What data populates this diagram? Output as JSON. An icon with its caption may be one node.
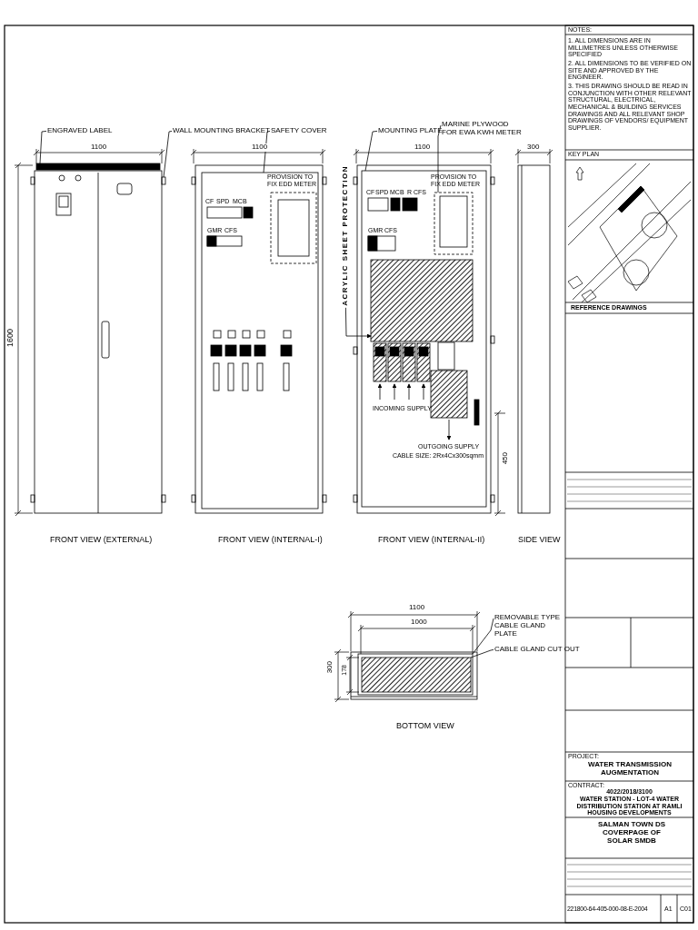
{
  "diagram": {
    "nodes": [
      {
        "text": [
          "ENGRAVED LABEL"
        ]
      },
      {
        "text": [
          "WALL MOUNTING BRACKET"
        ]
      },
      {
        "text": [
          "SAFETY COVER"
        ]
      },
      {
        "text": [
          "MOUNTING PLATE"
        ]
      },
      {
        "text": [
          "MARINE PLYWOOD FOR EWA KWH METER"
        ]
      },
      {
        "text": [
          "ACRYLIC SHEET PROTECTION"
        ]
      },
      {
        "text": [
          "REMOVABLE TYPE CABLE GLAND PLATE"
        ]
      },
      {
        "text": [
          "CABLE GLAND CUT OUT"
        ]
      },
      {
        "text": [],
        "shape": "bar"
      },
      {
        "text": [],
        "shape": "box"
      },
      {
        "text": [],
        "shape": "box"
      },
      {
        "text": [],
        "shape": "box"
      },
      {
        "text": [],
        "shape": "box",
        "in": 11
      },
      {
        "text": [],
        "shape": "box",
        "in": 11
      },
      {
        "text": [],
        "shape": "box"
      },
      {
        "text": [],
        "shape": "box",
        "in": 14
      }
    ],
    "edges": [
      {
        "from": 0,
        "to": 8,
        "arrow": "none"
      },
      {
        "from": 1,
        "to": 9,
        "arrow": "none"
      },
      {
        "from": 2,
        "to": 10,
        "arrow": "none"
      },
      {
        "from": 3,
        "to": 11,
        "arrow": "none"
      },
      {
        "from": 4,
        "to": 12,
        "arrow": "none"
      },
      {
        "from": 5,
        "to": 13,
        "arrow": "to"
      },
      {
        "from": 6,
        "to": 14,
        "arrow": "none"
      },
      {
        "from": 7,
        "to": 15,
        "arrow": "none"
      }
    ],
    "labels": [
      "1100",
      "1100",
      "1100",
      "300",
      "1600",
      "CF",
      "SPD",
      "MCB",
      "PROVISION TO FIX EDD METER",
      "GMR",
      "CFS",
      "CF",
      "SPD",
      "MCB",
      "R",
      "CFS",
      "PROVISION TO FIX EDD METER",
      "GMR",
      "CFS",
      "INCOMING SUPPLY",
      "OUTGOING SUPPLY",
      "CABLE SIZE: 2Rx4Cx300sqmm",
      "450",
      "FRONT VIEW (EXTERNAL)",
      "FRONT VIEW (INTERNAL-I)",
      "FRONT VIEW (INTERNAL-II)",
      "SIDE VIEW",
      "1100",
      "1000",
      "300",
      "178",
      "BOTTOM VIEW",
      "NOTES:",
      "1. ALL DIMENSIONS ARE IN MILLIMETRES UNLESS OTHERWISE SPECIFIED",
      "2. ALL DIMENSIONS TO BE VERIFIED ON SITE AND APPROVED BY THE ENGINEER.",
      "3. THIS DRAWING SHOULD BE READ IN CONJUNCTION WITH OTHER RELEVANT STRUCTURAL, ELECTRICAL, MECHANICAL & BUILDING SERVICES DRAWINGS AND ALL RELEVANT SHOP DRAWINGS OF VENDORS/ EQUIPMENT SUPPLIER.",
      "KEY PLAN",
      "REFERENCE DRAWINGS",
      "PROJECT:",
      "WATER TRANSMISSION AUGMENTATION",
      "CONTRACT:",
      "4022/2018/3100",
      "WATER STATION - LOT-4 WATER DISTRIBUTION STATION AT RAMLI HOUSING DEVELOPMENTS",
      "SALMAN TOWN DS COVERPAGE OF SOLAR SMDB",
      "221800-64-405-000-08-E-2004",
      "A1",
      "C01"
    ]
  }
}
